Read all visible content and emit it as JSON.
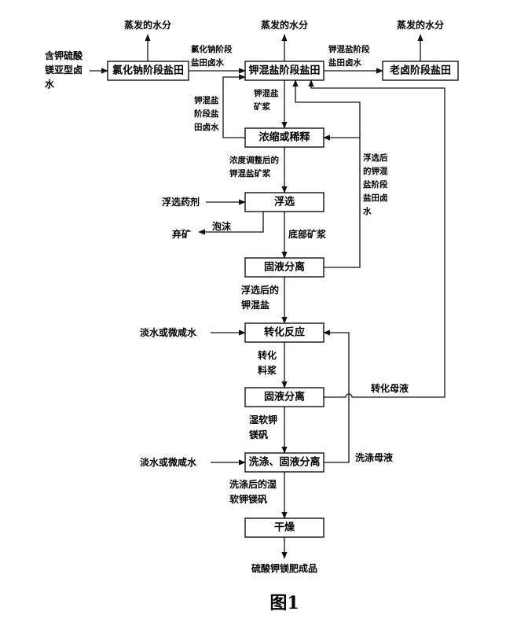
{
  "boxes": {
    "nacl": "氯化钠阶段盐田",
    "kmix": "钾混盐阶段盐田",
    "old": "老卤阶段盐田",
    "conc": "浓缩或稀释",
    "flot": "浮选",
    "sep1": "固液分离",
    "conv": "转化反应",
    "sep2": "固液分离",
    "wash": "洗涤、固液分离",
    "dry": "干燥"
  },
  "labels": {
    "evap1": "蒸发的水分",
    "evap2": "蒸发的水分",
    "evap3": "蒸发的水分",
    "feed": [
      "含钾硫酸",
      "镁亚型卤",
      "水"
    ],
    "nacl_brine": [
      "氯化钠阶段",
      "盐田卤水"
    ],
    "kmix_brine": [
      "钾混盐阶段",
      "盐田卤水"
    ],
    "kmix_slurry": [
      "钾混盐",
      "矿浆"
    ],
    "kmix_return": [
      "钾混盐",
      "阶段盐",
      "田卤水"
    ],
    "adj_slurry": [
      "浓度调整后的",
      "钾混盐矿浆"
    ],
    "flot_return": [
      "浮选后",
      "的钾混",
      "盐阶段",
      "盐田卤",
      "水"
    ],
    "reagent": "浮选药剂",
    "foam": "泡沫",
    "waste": "弃矿",
    "bottom": "底部矿浆",
    "after_flot": [
      "浮选后的",
      "钾混盐"
    ],
    "water1": "淡水或微咸水",
    "conv_slurry": [
      "转化",
      "料浆"
    ],
    "mother": "转化母液",
    "wet": [
      "湿软钾",
      "镁矾"
    ],
    "water2": "淡水或微咸水",
    "wash_mother": "洗涤母液",
    "washed": [
      "洗涤后的湿",
      "软钾镁矾"
    ],
    "product": "硫酸钾镁肥成品",
    "figure": "图1"
  }
}
